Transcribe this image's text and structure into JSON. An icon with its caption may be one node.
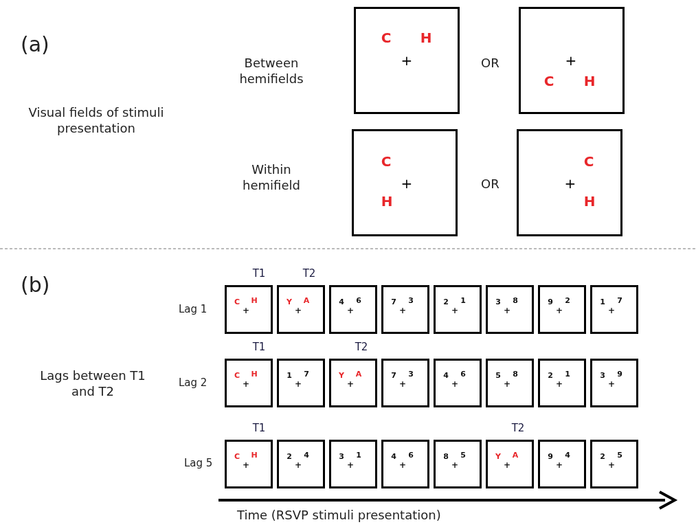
{
  "diagram": {
    "nodes": [
      {
        "text": [
          "C",
          "H",
          "+"
        ]
      },
      {
        "text": [
          "+",
          "C",
          "H"
        ]
      },
      {
        "text": [
          "C",
          "+",
          "H"
        ]
      },
      {
        "text": [
          "C",
          "+",
          "H"
        ]
      },
      {
        "text": [
          "C",
          "H",
          "+"
        ],
        "beside": [
          "T1"
        ]
      },
      {
        "text": [
          "Y",
          "A",
          "+"
        ],
        "beside": [
          "T2"
        ]
      },
      {
        "text": [
          "4",
          "6",
          "+"
        ]
      },
      {
        "text": [
          "7",
          "3",
          "+"
        ]
      },
      {
        "text": [
          "2",
          "1",
          "+"
        ]
      },
      {
        "text": [
          "3",
          "8",
          "+"
        ]
      },
      {
        "text": [
          "9",
          "2",
          "+"
        ]
      },
      {
        "text": [
          "1",
          "7",
          "+"
        ]
      },
      {
        "text": [
          "C",
          "H",
          "+"
        ],
        "beside": [
          "T1"
        ]
      },
      {
        "text": [
          "1",
          "7",
          "+"
        ]
      },
      {
        "text": [
          "Y",
          "A",
          "+"
        ],
        "beside": [
          "T2"
        ]
      },
      {
        "text": [
          "7",
          "3",
          "+"
        ]
      },
      {
        "text": [
          "4",
          "6",
          "+"
        ]
      },
      {
        "text": [
          "5",
          "8",
          "+"
        ]
      },
      {
        "text": [
          "2",
          "1",
          "+"
        ]
      },
      {
        "text": [
          "3",
          "9",
          "+"
        ]
      },
      {
        "text": [
          "C",
          "H",
          "+"
        ],
        "beside": [
          "T1"
        ]
      },
      {
        "text": [
          "2",
          "4",
          "+"
        ]
      },
      {
        "text": [
          "3",
          "1",
          "+"
        ]
      },
      {
        "text": [
          "4",
          "6",
          "+"
        ]
      },
      {
        "text": [
          "8",
          "5",
          "+"
        ]
      },
      {
        "text": [
          "Y",
          "A",
          "+"
        ],
        "beside": [
          "T2"
        ]
      },
      {
        "text": [
          "9",
          "4",
          "+"
        ]
      },
      {
        "text": [
          "2",
          "5",
          "+"
        ]
      }
    ],
    "labels": [
      "(a)",
      "Visual fields of stimuli presentation",
      "Between hemifields",
      "OR",
      "Within hemifield",
      "OR",
      "(b)",
      "Lags between T1 and T2",
      "Lag 1",
      "Lag 2",
      "Lag 5",
      "Time (RSVP stimuli presentation)"
    ]
  }
}
